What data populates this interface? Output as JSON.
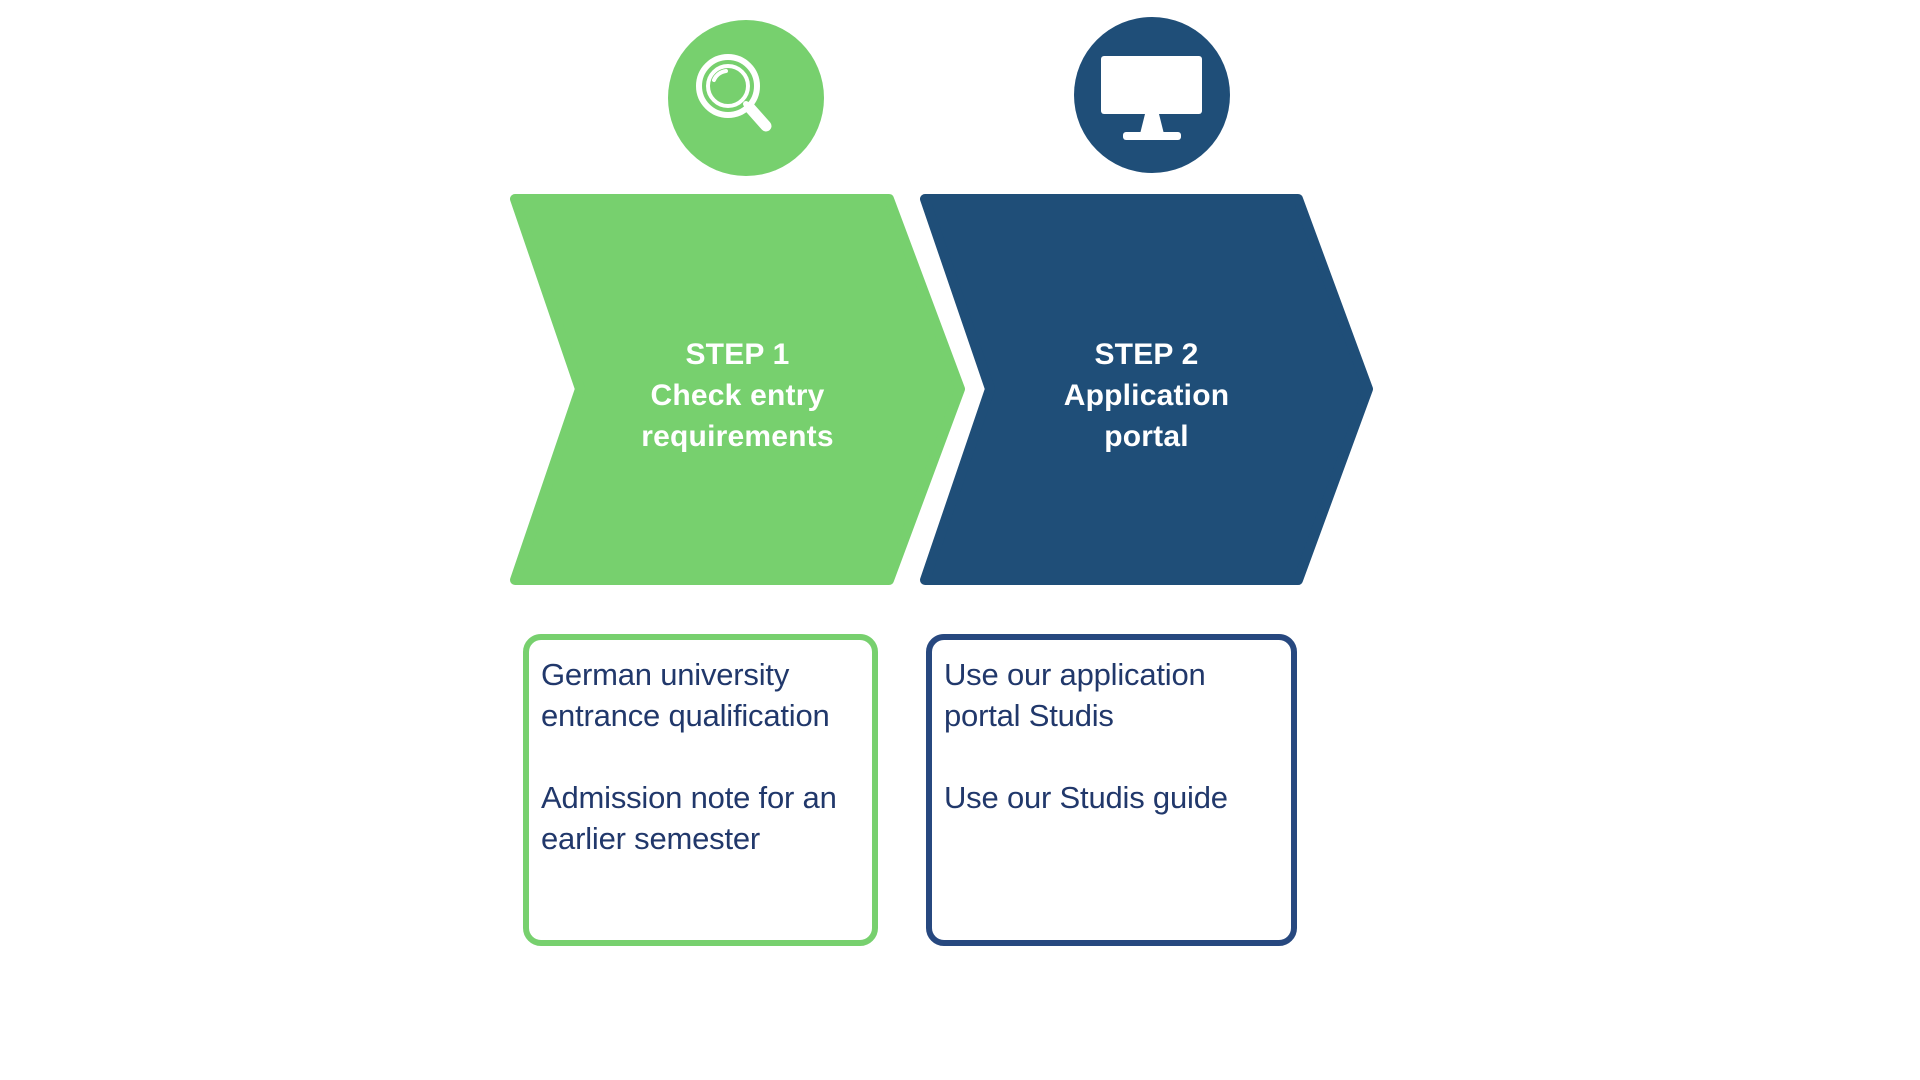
{
  "diagram": {
    "kind": "process-steps",
    "background": "#ffffff",
    "colors": {
      "step1_green": "#77d06e",
      "step2_blue": "#1f4e78",
      "box_border_green": "#77d06e",
      "box_border_blue": "#27487f",
      "note_text": "#21386b",
      "icon_foreground": "#ffffff"
    },
    "steps": [
      {
        "icon": "magnifier-icon",
        "title_lines": [
          "STEP 1",
          "Check entry",
          "requirements"
        ],
        "notes": [
          [
            "German university",
            "entrance qualification"
          ],
          [
            "Admission note for an",
            "earlier semester"
          ]
        ]
      },
      {
        "icon": "monitor-icon",
        "title_lines": [
          "STEP 2",
          "Application",
          "portal"
        ],
        "notes": [
          [
            "Use our application",
            "portal Studis"
          ],
          [
            "Use our Studis guide"
          ]
        ]
      }
    ]
  }
}
